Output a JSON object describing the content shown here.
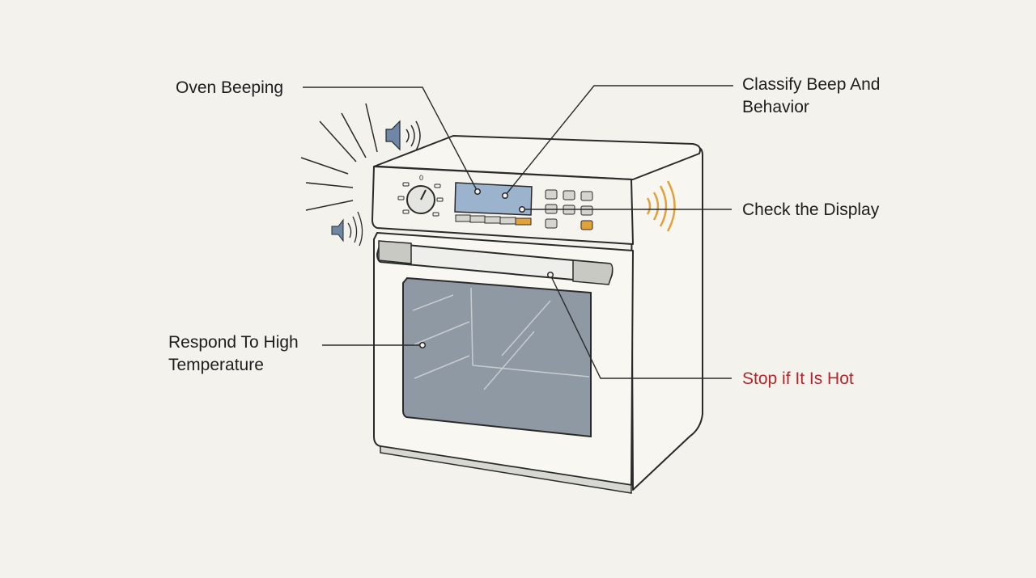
{
  "labels": {
    "oven_beeping": "Oven Beeping",
    "classify_line1": "Classify Beep And",
    "classify_line2": "Behavior",
    "check_display": "Check the Display",
    "respond_line1": "Respond To High",
    "respond_line2": "Temperature",
    "stop_hot": "Stop if It Is Hot"
  },
  "dial_marker": "0",
  "colors": {
    "background": "#f3f2ec",
    "line": "#2a2a2a",
    "display": "#9bb3cc",
    "window": "#8f99a3",
    "accent_orange": "#e2a23b",
    "warning_text": "#b3262c",
    "speaker_icon": "#6f87a6"
  }
}
